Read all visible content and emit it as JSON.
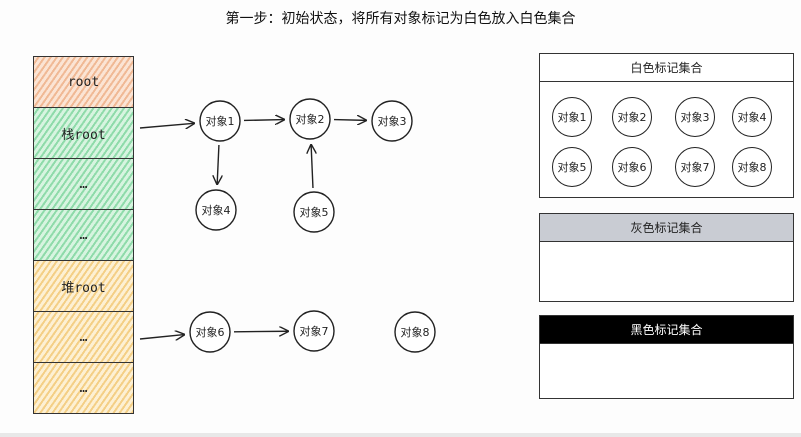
{
  "title": "第一步：初始状态，将所有对象标记为白色放入白色集合",
  "stack": [
    {
      "label": "root",
      "color": "#f0b995"
    },
    {
      "label": "栈root",
      "color": "#8fdbaa"
    },
    {
      "label": "…",
      "color": "#8fdbaa"
    },
    {
      "label": "…",
      "color": "#8fdbaa"
    },
    {
      "label": "堆root",
      "color": "#f4cf86"
    },
    {
      "label": "…",
      "color": "#f4cf86"
    },
    {
      "label": "…",
      "color": "#f4cf86"
    }
  ],
  "graph": {
    "nodes": [
      {
        "id": "n1",
        "label": "对象1"
      },
      {
        "id": "n2",
        "label": "对象2"
      },
      {
        "id": "n3",
        "label": "对象3"
      },
      {
        "id": "n4",
        "label": "对象4"
      },
      {
        "id": "n5",
        "label": "对象5"
      },
      {
        "id": "n6",
        "label": "对象6"
      },
      {
        "id": "n7",
        "label": "对象7"
      },
      {
        "id": "n8",
        "label": "对象8"
      }
    ],
    "edges": [
      {
        "from": "stack-root",
        "to": "n1"
      },
      {
        "from": "n1",
        "to": "n2"
      },
      {
        "from": "n2",
        "to": "n3"
      },
      {
        "from": "n1",
        "to": "n4"
      },
      {
        "from": "n5",
        "to": "n2"
      },
      {
        "from": "heap-root",
        "to": "n6"
      },
      {
        "from": "n6",
        "to": "n7"
      }
    ]
  },
  "sets": {
    "white": {
      "title": "白色标记集合",
      "items": [
        "对象1",
        "对象2",
        "对象3",
        "对象4",
        "对象5",
        "对象6",
        "对象7",
        "对象8"
      ],
      "color": "#ffffff"
    },
    "gray": {
      "title": "灰色标记集合",
      "items": [],
      "color": "#c9ccd3"
    },
    "black": {
      "title": "黑色标记集合",
      "items": [],
      "color": "#000000"
    }
  }
}
